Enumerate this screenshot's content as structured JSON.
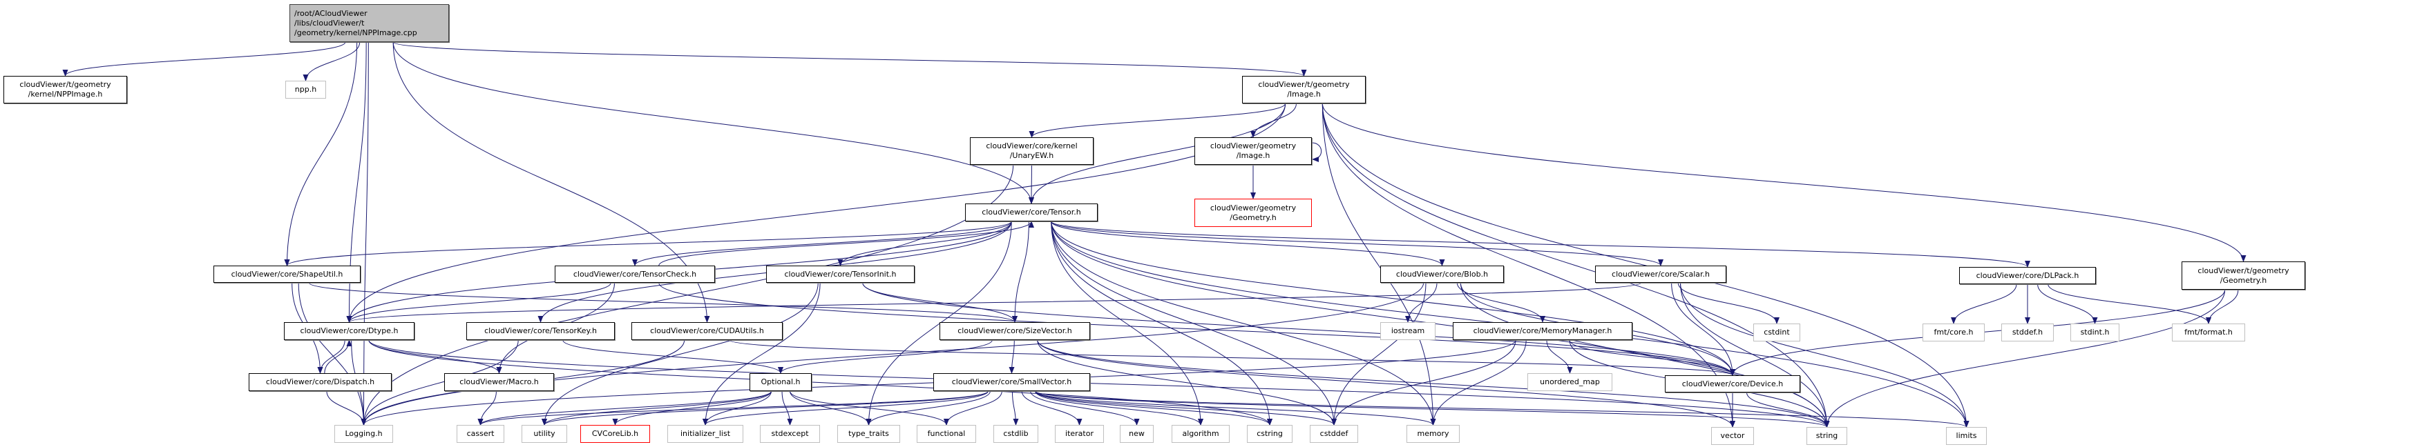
{
  "graph": {
    "edge_color": "#191970",
    "root_fill": "#bfbfbf",
    "missing_border": "#ff0000",
    "nodes": [
      {
        "id": "root",
        "style": "root",
        "lines": [
          "/root/ACloudViewer",
          "/libs/cloudViewer/t",
          "/geometry/kernel/NPPImage.cpp"
        ]
      },
      {
        "id": "nppimage_h",
        "style": "documented",
        "lines": [
          "cloudViewer/t/geometry",
          "/kernel/NPPImage.h"
        ]
      },
      {
        "id": "npp_h",
        "style": "external",
        "lines": [
          "npp.h"
        ]
      },
      {
        "id": "t_image_h",
        "style": "documented",
        "lines": [
          "cloudViewer/t/geometry",
          "/Image.h"
        ]
      },
      {
        "id": "unaryew_h",
        "style": "documented",
        "lines": [
          "cloudViewer/core/kernel",
          "/UnaryEW.h"
        ]
      },
      {
        "id": "g_image_h",
        "style": "documented",
        "lines": [
          "cloudViewer/geometry",
          "/Image.h"
        ]
      },
      {
        "id": "g_geometry_h",
        "style": "missing",
        "lines": [
          "cloudViewer/geometry",
          "/Geometry.h"
        ]
      },
      {
        "id": "tensor_h",
        "style": "documented",
        "lines": [
          "cloudViewer/core/Tensor.h"
        ]
      },
      {
        "id": "shapeutil_h",
        "style": "documented",
        "lines": [
          "cloudViewer/core/ShapeUtil.h"
        ]
      },
      {
        "id": "tensorcheck_h",
        "style": "documented",
        "lines": [
          "cloudViewer/core/TensorCheck.h"
        ]
      },
      {
        "id": "tensorinit_h",
        "style": "documented",
        "lines": [
          "cloudViewer/core/TensorInit.h"
        ]
      },
      {
        "id": "blob_h",
        "style": "documented",
        "lines": [
          "cloudViewer/core/Blob.h"
        ]
      },
      {
        "id": "scalar_h",
        "style": "documented",
        "lines": [
          "cloudViewer/core/Scalar.h"
        ]
      },
      {
        "id": "dlpack_h",
        "style": "documented",
        "lines": [
          "cloudViewer/core/DLPack.h"
        ]
      },
      {
        "id": "t_geometry_h",
        "style": "documented",
        "lines": [
          "cloudViewer/t/geometry",
          "/Geometry.h"
        ]
      },
      {
        "id": "dtype_h",
        "style": "documented",
        "lines": [
          "cloudViewer/core/Dtype.h"
        ]
      },
      {
        "id": "tensorkey_h",
        "style": "documented",
        "lines": [
          "cloudViewer/core/TensorKey.h"
        ]
      },
      {
        "id": "cudautils_h",
        "style": "documented",
        "lines": [
          "cloudViewer/core/CUDAUtils.h"
        ]
      },
      {
        "id": "sizevector_h",
        "style": "documented",
        "lines": [
          "cloudViewer/core/SizeVector.h"
        ]
      },
      {
        "id": "iostream",
        "style": "external",
        "lines": [
          "iostream"
        ]
      },
      {
        "id": "memorymanager_h",
        "style": "documented",
        "lines": [
          "cloudViewer/core/MemoryManager.h"
        ]
      },
      {
        "id": "cstdint",
        "style": "external",
        "lines": [
          "cstdint"
        ]
      },
      {
        "id": "fmt_core_h",
        "style": "external",
        "lines": [
          "fmt/core.h"
        ]
      },
      {
        "id": "stddef_h",
        "style": "external",
        "lines": [
          "stddef.h"
        ]
      },
      {
        "id": "stdint_h",
        "style": "external",
        "lines": [
          "stdint.h"
        ]
      },
      {
        "id": "fmt_format_h",
        "style": "external",
        "lines": [
          "fmt/format.h"
        ]
      },
      {
        "id": "dispatch_h",
        "style": "documented",
        "lines": [
          "cloudViewer/core/Dispatch.h"
        ]
      },
      {
        "id": "macro_h",
        "style": "documented",
        "lines": [
          "cloudViewer/Macro.h"
        ]
      },
      {
        "id": "optional_h",
        "style": "documented",
        "lines": [
          "Optional.h"
        ]
      },
      {
        "id": "smallvector_h",
        "style": "documented",
        "lines": [
          "cloudViewer/core/SmallVector.h"
        ]
      },
      {
        "id": "unordered_map",
        "style": "external",
        "lines": [
          "unordered_map"
        ]
      },
      {
        "id": "device_h",
        "style": "documented",
        "lines": [
          "cloudViewer/core/Device.h"
        ]
      },
      {
        "id": "logging_h",
        "style": "external",
        "lines": [
          "Logging.h"
        ]
      },
      {
        "id": "cassert",
        "style": "external",
        "lines": [
          "cassert"
        ]
      },
      {
        "id": "utility",
        "style": "external",
        "lines": [
          "utility"
        ]
      },
      {
        "id": "cvcorelib_h",
        "style": "missing",
        "lines": [
          "CVCoreLib.h"
        ]
      },
      {
        "id": "initializer_list",
        "style": "external",
        "lines": [
          "initializer_list"
        ]
      },
      {
        "id": "stdexcept",
        "style": "external",
        "lines": [
          "stdexcept"
        ]
      },
      {
        "id": "type_traits",
        "style": "external",
        "lines": [
          "type_traits"
        ]
      },
      {
        "id": "functional",
        "style": "external",
        "lines": [
          "functional"
        ]
      },
      {
        "id": "cstdlib",
        "style": "external",
        "lines": [
          "cstdlib"
        ]
      },
      {
        "id": "iterator",
        "style": "external",
        "lines": [
          "iterator"
        ]
      },
      {
        "id": "new",
        "style": "external",
        "lines": [
          "new"
        ]
      },
      {
        "id": "algorithm",
        "style": "external",
        "lines": [
          "algorithm"
        ]
      },
      {
        "id": "cstring",
        "style": "external",
        "lines": [
          "cstring"
        ]
      },
      {
        "id": "cstddef",
        "style": "external",
        "lines": [
          "cstddef"
        ]
      },
      {
        "id": "memory",
        "style": "external",
        "lines": [
          "memory"
        ]
      },
      {
        "id": "vector",
        "style": "external",
        "lines": [
          "vector"
        ]
      },
      {
        "id": "string",
        "style": "external",
        "lines": [
          "string"
        ]
      },
      {
        "id": "limits",
        "style": "external",
        "lines": [
          "limits"
        ]
      }
    ],
    "edges": [
      [
        "root",
        "nppimage_h"
      ],
      [
        "root",
        "npp_h"
      ],
      [
        "root",
        "logging_h"
      ],
      [
        "root",
        "shapeutil_h"
      ],
      [
        "root",
        "dtype_h"
      ],
      [
        "root",
        "cudautils_h"
      ],
      [
        "root",
        "tensor_h"
      ],
      [
        "root",
        "t_image_h"
      ],
      [
        "t_image_h",
        "unaryew_h"
      ],
      [
        "t_image_h",
        "tensor_h"
      ],
      [
        "t_image_h",
        "g_image_h"
      ],
      [
        "t_image_h",
        "dtype_h"
      ],
      [
        "t_image_h",
        "memory"
      ],
      [
        "t_image_h",
        "vector"
      ],
      [
        "t_image_h",
        "t_geometry_h"
      ],
      [
        "t_image_h",
        "string"
      ],
      [
        "t_image_h",
        "limits"
      ],
      [
        "g_image_h",
        "g_image_h"
      ],
      [
        "g_image_h",
        "g_geometry_h"
      ],
      [
        "unaryew_h",
        "tensor_h"
      ],
      [
        "unaryew_h",
        "logging_h"
      ],
      [
        "tensor_h",
        "shapeutil_h"
      ],
      [
        "tensor_h",
        "tensorcheck_h"
      ],
      [
        "tensor_h",
        "dtype_h"
      ],
      [
        "tensor_h",
        "tensorkey_h"
      ],
      [
        "tensor_h",
        "tensorinit_h"
      ],
      [
        "tensor_h",
        "sizevector_h"
      ],
      [
        "tensor_h",
        "blob_h"
      ],
      [
        "tensor_h",
        "scalar_h"
      ],
      [
        "tensor_h",
        "dlpack_h"
      ],
      [
        "tensor_h",
        "device_h"
      ],
      [
        "tensor_h",
        "type_traits"
      ],
      [
        "tensor_h",
        "algorithm"
      ],
      [
        "tensor_h",
        "cstddef"
      ],
      [
        "tensor_h",
        "cstring"
      ],
      [
        "tensor_h",
        "memory"
      ],
      [
        "tensor_h",
        "string"
      ],
      [
        "tensor_h",
        "limits"
      ],
      [
        "tensorcheck_h",
        "tensor_h"
      ],
      [
        "tensorcheck_h",
        "dtype_h"
      ],
      [
        "tensorcheck_h",
        "macro_h"
      ],
      [
        "tensorcheck_h",
        "device_h"
      ],
      [
        "shapeutil_h",
        "logging_h"
      ],
      [
        "shapeutil_h",
        "dispatch_h"
      ],
      [
        "shapeutil_h",
        "sizevector_h"
      ],
      [
        "dtype_h",
        "dispatch_h"
      ],
      [
        "dtype_h",
        "logging_h"
      ],
      [
        "dtype_h",
        "macro_h"
      ],
      [
        "dtype_h",
        "string"
      ],
      [
        "dtype_h",
        "cstring"
      ],
      [
        "dispatch_h",
        "dtype_h"
      ],
      [
        "dispatch_h",
        "logging_h"
      ],
      [
        "macro_h",
        "cassert"
      ],
      [
        "tensorkey_h",
        "logging_h"
      ],
      [
        "tensorkey_h",
        "optional_h"
      ],
      [
        "cudautils_h",
        "logging_h"
      ],
      [
        "cudautils_h",
        "device_h"
      ],
      [
        "tensorinit_h",
        "sizevector_h"
      ],
      [
        "tensorinit_h",
        "utility"
      ],
      [
        "tensorinit_h",
        "initializer_list"
      ],
      [
        "tensorinit_h",
        "device_h"
      ],
      [
        "sizevector_h",
        "smallvector_h"
      ],
      [
        "sizevector_h",
        "optional_h"
      ],
      [
        "sizevector_h",
        "cstddef"
      ],
      [
        "sizevector_h",
        "string"
      ],
      [
        "sizevector_h",
        "vector"
      ],
      [
        "optional_h",
        "cassert"
      ],
      [
        "optional_h",
        "utility"
      ],
      [
        "optional_h",
        "cvcorelib_h"
      ],
      [
        "optional_h",
        "initializer_list"
      ],
      [
        "optional_h",
        "stdexcept"
      ],
      [
        "optional_h",
        "type_traits"
      ],
      [
        "optional_h",
        "functional"
      ],
      [
        "smallvector_h",
        "cassert"
      ],
      [
        "smallvector_h",
        "type_traits"
      ],
      [
        "smallvector_h",
        "functional"
      ],
      [
        "smallvector_h",
        "cstdlib"
      ],
      [
        "smallvector_h",
        "iterator"
      ],
      [
        "smallvector_h",
        "new"
      ],
      [
        "smallvector_h",
        "algorithm"
      ],
      [
        "smallvector_h",
        "cstring"
      ],
      [
        "smallvector_h",
        "cstddef"
      ],
      [
        "smallvector_h",
        "memory"
      ],
      [
        "smallvector_h",
        "limits"
      ],
      [
        "smallvector_h",
        "utility"
      ],
      [
        "smallvector_h",
        "initializer_list"
      ],
      [
        "smallvector_h",
        "string"
      ],
      [
        "blob_h",
        "device_h"
      ],
      [
        "blob_h",
        "iostream"
      ],
      [
        "blob_h",
        "memorymanager_h"
      ],
      [
        "blob_h",
        "cstddef"
      ],
      [
        "blob_h",
        "string"
      ],
      [
        "blob_h",
        "logging_h"
      ],
      [
        "scalar_h",
        "cstdint"
      ],
      [
        "scalar_h",
        "string"
      ],
      [
        "scalar_h",
        "limits"
      ],
      [
        "scalar_h",
        "dtype_h"
      ],
      [
        "scalar_h",
        "device_h"
      ],
      [
        "memorymanager_h",
        "device_h"
      ],
      [
        "memorymanager_h",
        "unordered_map"
      ],
      [
        "memorymanager_h",
        "memory"
      ],
      [
        "memorymanager_h",
        "cstddef"
      ],
      [
        "memorymanager_h",
        "string"
      ],
      [
        "memorymanager_h",
        "logging_h"
      ],
      [
        "dlpack_h",
        "fmt_core_h"
      ],
      [
        "dlpack_h",
        "stddef_h"
      ],
      [
        "dlpack_h",
        "stdint_h"
      ],
      [
        "dlpack_h",
        "fmt_format_h"
      ],
      [
        "t_geometry_h",
        "fmt_format_h"
      ],
      [
        "t_geometry_h",
        "device_h"
      ],
      [
        "t_geometry_h",
        "string"
      ],
      [
        "device_h",
        "vector"
      ],
      [
        "device_h",
        "string"
      ]
    ]
  }
}
